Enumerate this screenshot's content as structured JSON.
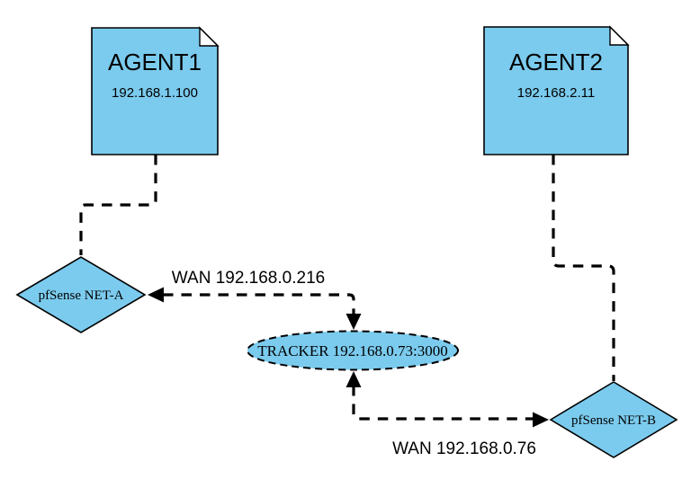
{
  "diagram": {
    "colors": {
      "node_fill": "#7bcbee",
      "line": "#000000",
      "background": "#ffffff",
      "fold_fill": "#ffffff"
    },
    "nodes": {
      "agent1": {
        "title": "AGENT1",
        "ip": "192.168.1.100"
      },
      "agent2": {
        "title": "AGENT2",
        "ip": "192.168.2.11"
      },
      "net_a": {
        "label": "pfSense NET-A"
      },
      "net_b": {
        "label": "pfSense NET-B"
      },
      "tracker": {
        "label": "TRACKER 192.168.0.73:3000"
      }
    },
    "edges": {
      "wan_a_label": "WAN 192.168.0.216",
      "wan_b_label": "WAN 192.168.0.76"
    }
  }
}
